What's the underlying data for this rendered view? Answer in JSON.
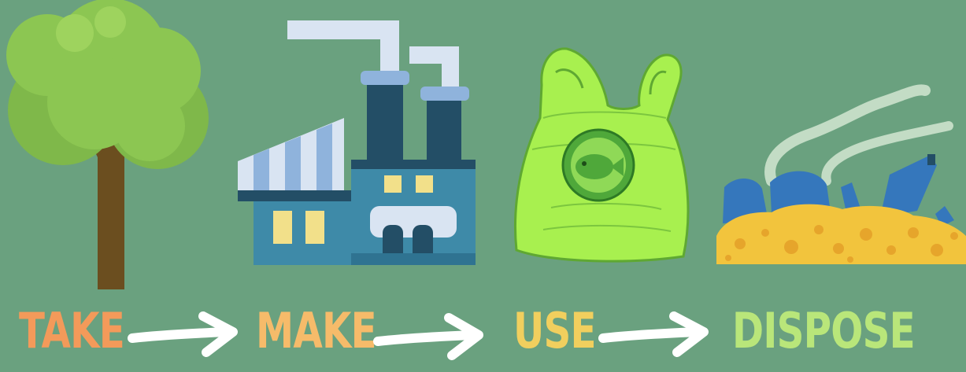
{
  "steps": {
    "take": "TAKE",
    "make": "MAKE",
    "use": "USE",
    "dispose": "DISPOSE"
  },
  "colors": {
    "background": "#6aa17f",
    "take": "#f39a5a",
    "make": "#f6bb6a",
    "use": "#f1cf5e",
    "dispose": "#b9e67a",
    "arrow": "#ffffff"
  },
  "icons": {
    "take": "tree-icon",
    "make": "factory-icon",
    "use": "plastic-bag-icon",
    "dispose": "landfill-icon"
  }
}
